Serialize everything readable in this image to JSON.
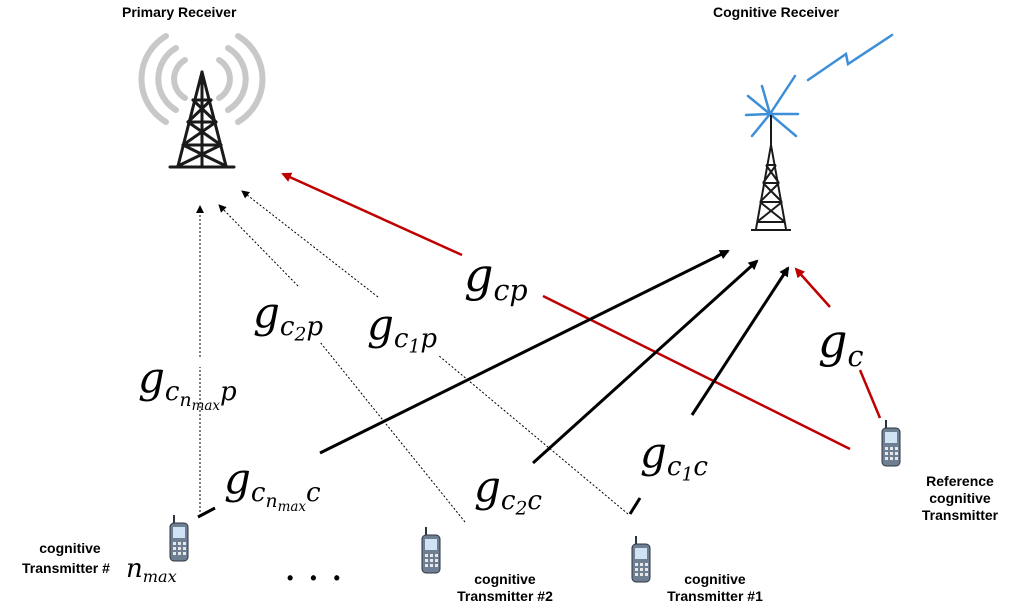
{
  "labels": {
    "primary_receiver": "Primary Receiver",
    "cognitive_receiver": "Cognitive Receiver",
    "reference_tx": [
      "Reference",
      "cognitive",
      "Transmitter"
    ],
    "tx_nmax_prefix": [
      "cognitive",
      "Transmitter #"
    ],
    "tx2": [
      "cognitive",
      "Transmitter #2"
    ],
    "tx1": [
      "cognitive",
      "Transmitter #1"
    ],
    "ellipsis": "• • •"
  },
  "math": {
    "g": "g",
    "cp": "cp",
    "c": "c",
    "p": "p",
    "c1": "c",
    "one": "1",
    "two": "2",
    "n": "n",
    "max": "max"
  },
  "colors": {
    "red": "#c00000",
    "black": "#000000",
    "blue": "#3d8fd8",
    "gray_wave": "#c8c8c8"
  },
  "icons": [
    "tower-icon",
    "antenna-icon",
    "phone-icon"
  ]
}
